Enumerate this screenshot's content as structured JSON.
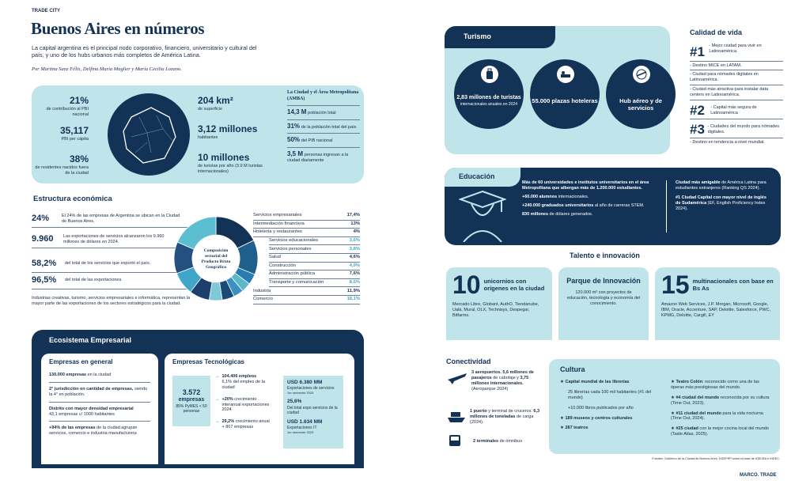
{
  "brand": "TRADE CITY",
  "title": "Buenos Aires en números",
  "intro": "La capital argentina es el principal nodo corporativo, financiero, universitario y cultural del país, y uno de los hubs urbanos más completos de América Latina.",
  "authors": "Por Martina Sanz Félix, Delfina María Maglier y María Cecilia Lozano.",
  "stats": {
    "s1v": "21%",
    "s1t": "de contribución al PBI nacional",
    "s2v": "35,117",
    "s2t": "PBI per cápita",
    "s3v": "38%",
    "s3t": "de residentes nacidos fuera de la ciudad",
    "s4v": "204 km²",
    "s4t": "de superficie",
    "s5v": "3,12 millones",
    "s5t": "habitantes",
    "s6v": "10 millones",
    "s6t": "de turistas por año (3.9 M turistas internacionales)",
    "amba_title": "La Ciudad y el Área Metropolitana (AMBA)",
    "a1v": "14,3 M",
    "a1t": "población total",
    "a2v": "31%",
    "a2t": "de la población total del país",
    "a3v": "50%",
    "a3t": "del PIB nacional",
    "a4v": "3,5 M",
    "a4t": "personas ingresan a la ciudad diariamente"
  },
  "econ": {
    "title": "Estructura económica",
    "e1v": "24%",
    "e1t": "El 24% de las empresas de Argentina se ubican en la Ciudad de Buenos Aires.",
    "e2v": "9.960",
    "e2t": "Las exportaciones de servicios alcanzaron los 9.960 millones de dólares en 2024.",
    "e3v": "58,2%",
    "e3t": "del total de los servicios que exportó el país.",
    "e4v": "96,5%",
    "e4t": "del total de las exportaciones.",
    "e5t": "Industrias creativas, turismo, servicios empresariales e informática, representan la mayor parte de las exportaciones de los sectores estratégicos para la ciudad.",
    "donut_label": "Composición sectorial del Producto Bruto Geográfico"
  },
  "chart_data": {
    "type": "pie",
    "title": "Composición sectorial del Producto Bruto Geográfico",
    "categories": [
      "Servicios empresariales",
      "Intermediación financiera",
      "Hotelería y restaurantes",
      "Servicios educacionales",
      "Servicios personales",
      "Salud",
      "Construcción",
      "Administración pública",
      "Transporte y comunicación",
      "Industria",
      "Comercio"
    ],
    "labels": [
      "17,4%",
      "13%",
      "4%",
      "3,6%",
      "3,8%",
      "4,6%",
      "4,9%",
      "7,6%",
      "8,6%",
      "11,9%",
      "18,1%"
    ],
    "values": [
      17.4,
      13,
      4,
      3.6,
      3.8,
      4.6,
      4.9,
      7.6,
      8.6,
      11.9,
      18.1
    ],
    "colors": [
      "#123256",
      "#1f5f8b",
      "#2a7bb0",
      "#5cb8c8",
      "#3a90c0",
      "#1a4a78",
      "#7fc8d8",
      "#1c3f6e",
      "#3fa6c9",
      "#24507f",
      "#5bbfd1"
    ]
  },
  "eco": {
    "title": "Ecosistema Empresarial",
    "gen_title": "Empresas en general",
    "g1b": "130.000 empresas",
    "g1t": " en la ciudad",
    "g2b": "2° jurisdicción en cantidad de empresas,",
    "g2t": " siendo la 4° en población.",
    "g3b": "Distrito con mayor densidad empresarial",
    "g3t": "43,1 empresas c/ 1000 habitantes",
    "g4b": "+94% de las empresas",
    "g4t": " de la ciudad agrupan servicios, comercio e industria manufacturera",
    "tec_title": "Empresas Tecnológicas",
    "t_big": "3.572",
    "t_big2": "empresas",
    "t_small": "85% PyMES < 50 personas",
    "t1b": "104.406 empleos",
    "t1t": "6,1% del empleo de la ciudad",
    "t2b": "+20%",
    "t2t": " crecimiento interanual exportaciones 2024",
    "t3b": "29,2%",
    "t3t": " crecimiento anual + 807 empresas",
    "x1b": "USD 6.380 MM",
    "x1t": "Exportaciones de servicios",
    "x1s": "1er semestre 2025",
    "x2b": "25,6%",
    "x2t": "Del total expo servicios de la ciudad",
    "x3b": "USD 1.634 MM",
    "x3t": "Exportaciones IT",
    "x3s": "1er semestre 2025"
  },
  "tur": {
    "title": "Turismo",
    "c1b": "2,83 millones de turistas",
    "c1t": "internacionales anuales en 2024",
    "c2b": "55.000 plazas hoteleras",
    "c3b": "Hub aéreo y de servicios"
  },
  "cal": {
    "title": "Calidad de vida",
    "n1": "#1",
    "q1": "- Mejor ciudad para vivir en Latinoamérica.",
    "q2": "- Destino MICE en LATAM.",
    "q3": "- Ciudad para nómades digitales en Latinoamérica.",
    "q4": "- Ciudad más atractiva para instalar data centers en Latinoamérica.",
    "n2": "#2",
    "q5": "- Capital más segura de Latinoamérica",
    "n3": "#3",
    "q6": "- Ciudades del mundo para nómades digitales.",
    "q7": "- Destino en tendencia a nivel mundial."
  },
  "edu": {
    "title": "Educación",
    "p1": "Más de 60 universidades e institutos universitarios en el área Metropolitana que albergan más de 1.200.000 estudiantes.",
    "p2b": "+60.000 alumnos",
    "p2t": " internacionales.",
    "p3b": "+240.000 graduados universitarios",
    "p3t": " al año de carreras STEM.",
    "p4b": "830 millones",
    "p4t": " de dólares generados.",
    "r1b": "Ciudad más amigable",
    "r1t": " de América Latina para estudiantes extranjeros (Ranking QS 2024).",
    "r2b": "#1 Ciudad Capital con mayor nivel de inglés de Sudamérica",
    "r2t": " (EF, English Proficiency Index 2024)."
  },
  "tal": {
    "title": "Talento e innovación",
    "k1n": "10",
    "k1h": "unicornios con orígenes en la ciudad",
    "k1t": "Mercado Libre, Globant, AuthO, Tiendanube, Ualá, Mural, OLX, Technisys, Despegar, Bitfarms.",
    "k2h": "Parque de Innovación",
    "k2t": "120.000 m² con proyectos de educación, tecnología y economía del conocimiento.",
    "k3n": "15",
    "k3h": "multinacionales con base en Bs As",
    "k3t": "Amazon Web Services, J.P. Morgan, Microsoft, Google, IBM, Oracle, Accenture, SAP, Deloitte, Salesforce, PWC, KPMG, Deloitte, Cargill, EY"
  },
  "con": {
    "title": "Conectividad",
    "c1b": "3 aeropuertos. 5,6 millones de pasajeros",
    "c1m": " de cabotaje y ",
    "c1b2": "3,75 millones internacionales.",
    "c1t": "(Aeroparque 2024)",
    "c2b": "1 puerto",
    "c2t": " y terminal de cruceros. ",
    "c2b2": "6,3 millones de toneladas",
    "c2t2": " de carga (2024).",
    "c3b": "2 terminales",
    "c3t": " de ómnibus"
  },
  "cul": {
    "title": "Cultura",
    "l1": "Capital mundial de las librerías",
    "l1a": "25 librerías cada 100 mil habitantes (#1 del mundo)",
    "l1b": "+10.000 libros publicados por año",
    "l2": "189 museos y centros culturales",
    "l3": "287 teatros",
    "r1b": "Teatro Colón",
    "r1t": ": reconocido como una de las óperas más prestigiosas del mundo.",
    "r2b": "#4 ciudad del mundo",
    "r2t": " reconocida por su cultura (Time Out, 2023).",
    "r3b": "#11 ciudad del mundo",
    "r3t": " para la vida nocturna (Time Out, 2024).",
    "r4b": "#25 ciudad",
    "r4t": " con la mejor cocina local del mundo (Taste Atlas, 2025)."
  },
  "sources": "Fuentes: Gobierno de la Ciudad de Buenos Aires, DGEPRP sobre la base de IDECBA e INDEC.",
  "footer_brand": "MARCO. TRADE"
}
